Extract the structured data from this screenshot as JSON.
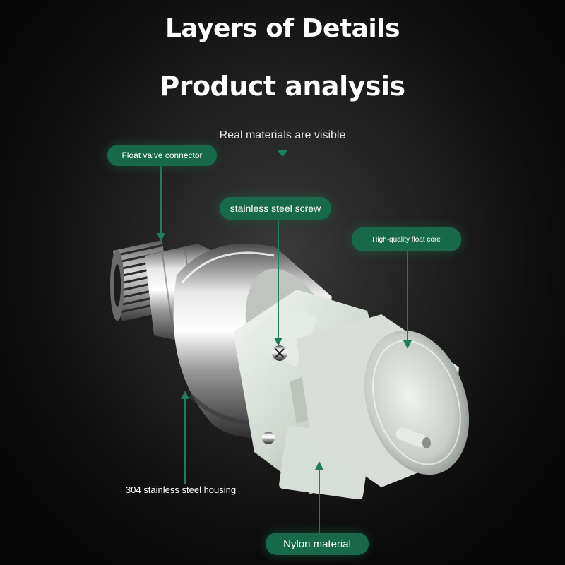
{
  "header": {
    "title_line1": "Layers of Details",
    "title_line2": "Product analysis",
    "subtitle": "Real materials are visible"
  },
  "callouts": {
    "float_valve_connector": "Float valve connector",
    "stainless_steel_screw": "stainless steel screw",
    "float_core": "High-quality float core",
    "housing": "304 stainless steel housing",
    "nylon": "Nylon material"
  },
  "colors": {
    "accent": "#17694a",
    "background": "#0b0b0b",
    "text": "#ffffff"
  }
}
